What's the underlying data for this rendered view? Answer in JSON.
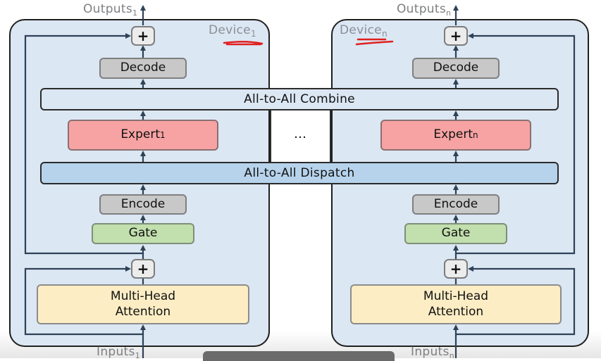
{
  "devices": [
    {
      "label": "Device",
      "subscript": "1",
      "output_label": "Outputs",
      "output_sub": "1",
      "input_label": "Inputs",
      "input_sub": "1",
      "decode": "Decode",
      "expert": "Expert",
      "expert_sub": "1",
      "encode": "Encode",
      "gate": "Gate",
      "attention_line1": "Multi-Head",
      "attention_line2": "Attention",
      "add_symbol": "+"
    },
    {
      "label": "Device",
      "subscript": "n",
      "output_label": "Outputs",
      "output_sub": "n",
      "input_label": "Inputs",
      "input_sub": "n",
      "decode": "Decode",
      "expert": "Expert",
      "expert_sub": "n",
      "encode": "Encode",
      "gate": "Gate",
      "attention_line1": "Multi-Head",
      "attention_line2": "Attention",
      "add_symbol": "+"
    }
  ],
  "shared": {
    "combine": "All-to-All Combine",
    "dispatch": "All-to-All Dispatch",
    "ellipsis": "…"
  },
  "colors": {
    "device_bg": "#dbe7f3",
    "expert": "#f7a3a3",
    "gate": "#c2dfae",
    "coder": "#c8c8c8",
    "attention": "#fcedc4",
    "dispatch": "#b7d3ec",
    "annotation": "#e02020"
  }
}
